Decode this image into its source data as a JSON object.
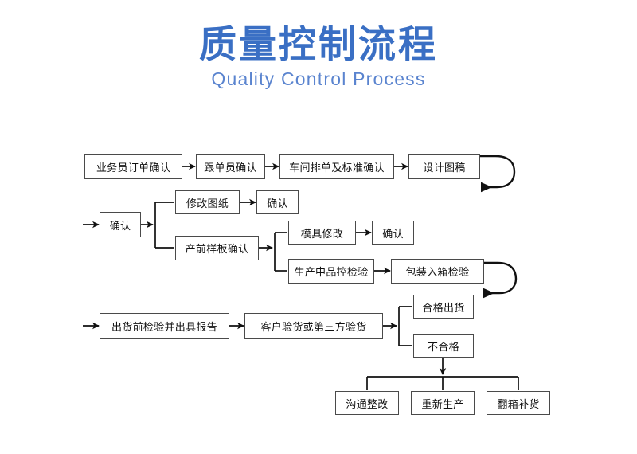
{
  "header": {
    "title_cn": "质量控制流程",
    "title_en": "Quality Control Process",
    "title_color": "#3a6fc4",
    "subtitle_color": "#5a84cf"
  },
  "theme": {
    "background": "#ffffff",
    "box_border": "#4a4a4a",
    "box_fill": "#ffffff",
    "connector": "#1a1a1a",
    "text": "#111111"
  },
  "chart_data": {
    "type": "diagram",
    "title": "质量控制流程",
    "subtitle": "Quality Control Process",
    "rows": [
      {
        "id": "row-1",
        "nodes": [
          "业务员订单确认",
          "跟单员确认",
          "车间排单及标准确认",
          "设计图稿"
        ],
        "loop_back": true
      },
      {
        "id": "row-2",
        "nodes": [
          "确认",
          "修改图纸",
          "确认",
          "产前样板确认",
          "模具修改",
          "确认",
          "生产中品控检验",
          "包装入箱检验"
        ],
        "loop_back": true
      },
      {
        "id": "row-3",
        "nodes": [
          "出货前检验并出具报告",
          "客户验货或第三方验货",
          "合格出货",
          "不合格",
          "沟通整改",
          "重新生产",
          "翻箱补货"
        ],
        "loop_back": false
      }
    ]
  },
  "flow": {
    "row1": {
      "n1": "业务员订单确认",
      "n2": "跟单员确认",
      "n3": "车间排单及标准确认",
      "n4": "设计图稿"
    },
    "row2": {
      "n1": "确认",
      "n2": "修改图纸",
      "n3": "确认",
      "n4": "产前样板确认",
      "n5": "模具修改",
      "n6": "确认",
      "n7": "生产中品控检验",
      "n8": "包装入箱检验"
    },
    "row3": {
      "n1": "出货前检验并出具报告",
      "n2": "客户验货或第三方验货",
      "n3": "合格出货",
      "n4": "不合格",
      "n5": "沟通整改",
      "n6": "重新生产",
      "n7": "翻箱补货"
    }
  }
}
